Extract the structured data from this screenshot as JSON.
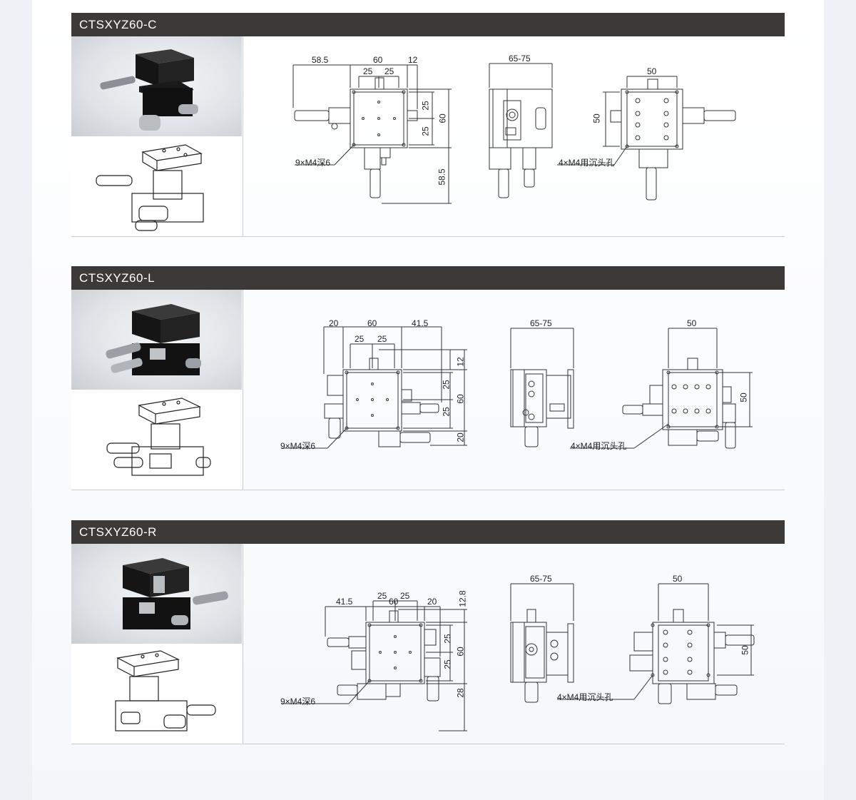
{
  "products": [
    {
      "id": "c",
      "title": "CTSXYZ60-C",
      "dims": {
        "left": "58.5",
        "width": "60",
        "right": "12",
        "hole_a": "25",
        "hole_b": "25",
        "v_top": "25",
        "v_bottom": "25",
        "v_total": "60",
        "v_lower": "58.5",
        "side_width": "65-75",
        "top_width": "50",
        "top_height": "50",
        "note_holes": "9×M4深6",
        "note_countersink": "4×M4用沉头孔"
      }
    },
    {
      "id": "l",
      "title": "CTSXYZ60-L",
      "dims": {
        "left": "20",
        "width": "60",
        "right": "41.5",
        "hole_a": "25",
        "hole_b": "25",
        "v_extra": "12",
        "v_top": "25",
        "v_bottom": "25",
        "v_total": "60",
        "v_lower": "20",
        "side_width": "65-75",
        "top_width": "50",
        "top_height": "50",
        "note_holes": "9×M4深6",
        "note_countersink": "4×M4用沉头孔"
      }
    },
    {
      "id": "r",
      "title": "CTSXYZ60-R",
      "dims": {
        "left": "41.5",
        "width": "60",
        "right": "20",
        "hole_a": "25",
        "hole_b": "25",
        "v_extra": "12.8",
        "v_top": "25",
        "v_bottom": "25",
        "v_total": "60",
        "v_lower": "28",
        "side_width": "65-75",
        "top_width": "50",
        "top_height": "50",
        "note_holes": "9×M4深6",
        "note_countersink": "4×M4用沉头孔"
      }
    }
  ],
  "colors": {
    "header_bg": "#3c3a38",
    "header_text": "#ffffff",
    "line": "#333333",
    "divider": "#c9ccd0"
  }
}
